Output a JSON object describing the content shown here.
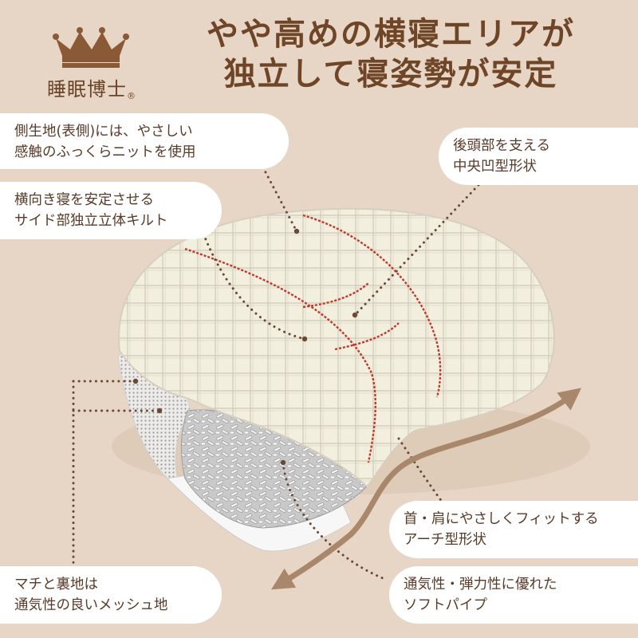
{
  "brand": {
    "logo_text": "睡眠博士",
    "registered_mark": "®",
    "crown_color": "#8a5a36"
  },
  "headline": {
    "line1": "やや高めの横寝エリアが",
    "line2": "独立して寝姿勢が安定"
  },
  "callouts": {
    "side_fabric": {
      "line1": "側生地(表側)には、やさしい",
      "line2": "感触のふっくらニットを使用"
    },
    "center_shape": {
      "line1": "後頭部を支える",
      "line2": "中央凹型形状"
    },
    "side_quilt": {
      "line1": "横向き寝を安定させる",
      "line2": "サイド部独立立体キルト"
    },
    "arch_shape": {
      "line1": "首・肩にやさしくフィットする",
      "line2": "アーチ型形状"
    },
    "mesh": {
      "line1": "マチと裏地は",
      "line2": "通気性の良いメッシュ地"
    },
    "pipe": {
      "line1": "通気性・弾力性に優れた",
      "line2": "ソフトパイプ"
    }
  },
  "colors": {
    "background": "#e7d6c6",
    "headline": "#6e4526",
    "callout_text": "#5a3a28",
    "pillow_fabric": "#f3efdf",
    "quilt_stitch": "#c0392b",
    "leader_line": "#6b4a35",
    "arrow": "#a9876a"
  }
}
